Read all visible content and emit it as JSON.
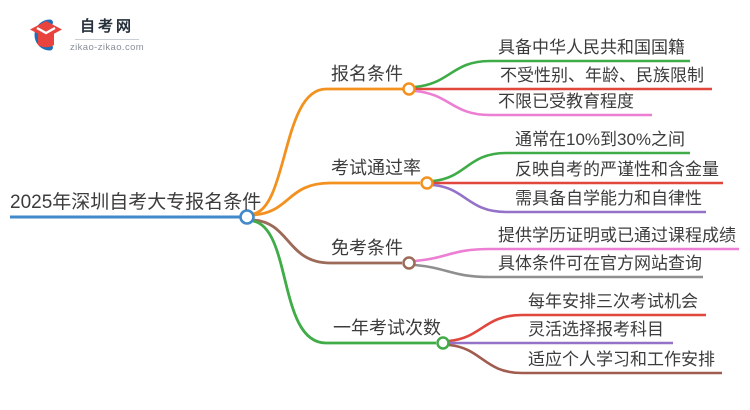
{
  "logo": {
    "title": "自考网",
    "domain": "zikao-zikao.com",
    "icon_colors": {
      "crescent": "#1e6fb8",
      "cap": "#e8433c"
    }
  },
  "root": {
    "label": "2025年深圳自考大专报名条件",
    "color": "#4189ca"
  },
  "branches": [
    {
      "label": "报名条件",
      "color": "#f3911e",
      "children": [
        {
          "label": "具备中华人民共和国国籍",
          "color": "#3fac47"
        },
        {
          "label": "不受性别、年龄、民族限制",
          "color": "#e0473d"
        },
        {
          "label": "不限已受教育程度",
          "color": "#ec7ed3"
        }
      ]
    },
    {
      "label": "考试通过率",
      "color": "#f3911e",
      "children": [
        {
          "label": "通常在10%到30%之间",
          "color": "#3fac47"
        },
        {
          "label": "反映自考的严谨性和含金量",
          "color": "#e0473d"
        },
        {
          "label": "需具备自学能力和自律性",
          "color": "#9472c8"
        }
      ]
    },
    {
      "label": "免考条件",
      "color": "#9c6a58",
      "children": [
        {
          "label": "提供学历证明或已通过课程成绩",
          "color": "#ec7ed3"
        },
        {
          "label": "具体条件可在官方网站查询",
          "color": "#8f8f8f"
        }
      ]
    },
    {
      "label": "一年考试次数",
      "color": "#3fac47",
      "children": [
        {
          "label": "每年安排三次考试机会",
          "color": "#e0473d"
        },
        {
          "label": "灵活选择报考科目",
          "color": "#9472c8"
        },
        {
          "label": "适应个人学习和工作安排",
          "color": "#a05c4e"
        }
      ]
    }
  ],
  "text_color": "#3c3c3c"
}
